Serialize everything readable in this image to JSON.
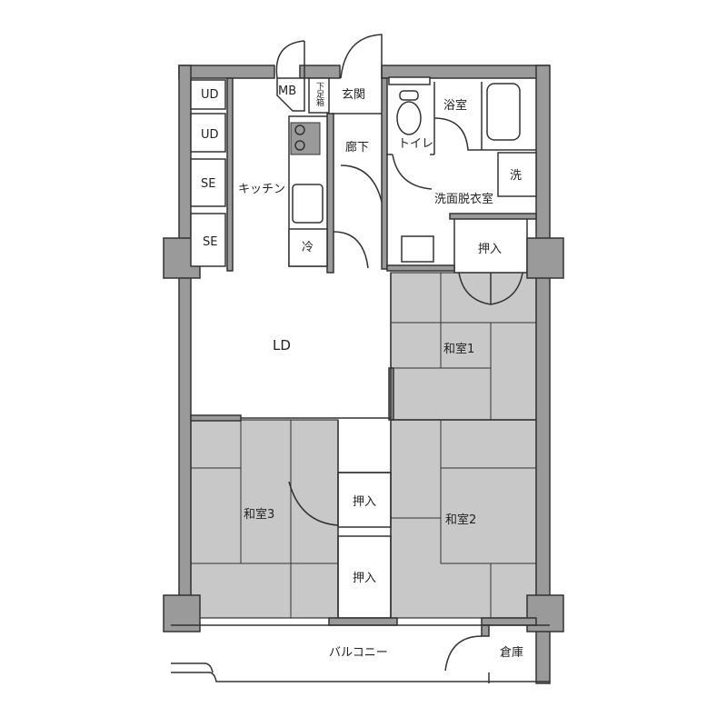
{
  "rooms": {
    "ud1": "UD",
    "ud2": "UD",
    "se1": "SE",
    "se2": "SE",
    "mb": "MB",
    "shoe_box": "下足箱",
    "entrance": "玄関",
    "bath": "浴室",
    "hallway": "廊下",
    "toilet": "トイレ",
    "washer": "洗",
    "kitchen": "キッチン",
    "washroom": "洗面脱衣室",
    "fridge": "冷",
    "closet_1": "押入",
    "ld": "LD",
    "washitsu_1": "和室1",
    "washitsu_3": "和室3",
    "closet_2": "押入",
    "washitsu_2": "和室2",
    "closet_3": "押入",
    "balcony": "バルコニー",
    "storage": "倉庫"
  },
  "colors": {
    "wall": "#9a9a9a",
    "tatami": "#c8c8c8"
  }
}
